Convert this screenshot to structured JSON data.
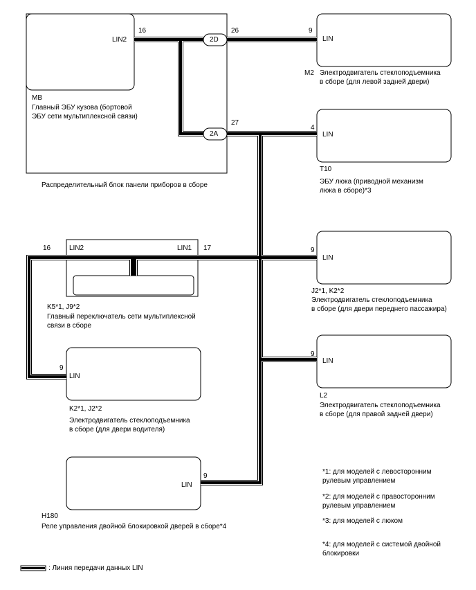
{
  "mb": {
    "code": "MB",
    "name_line1": "Главный ЭБУ кузова (бортовой",
    "name_line2": "ЭБУ сети мультиплексной связи)",
    "lin2": "LIN2",
    "pin_lin2": "16",
    "connector_2d": "2D",
    "connector_2a": "2A",
    "pin_2d": "26",
    "pin_2a": "27",
    "block_caption": "Распределительный блок панели приборов в сборе"
  },
  "m2": {
    "pin": "9",
    "lin": "LIN",
    "code": "M2",
    "line1": "Электродвигатель стеклоподъемника",
    "line2": "в сборе (для левой задней двери)"
  },
  "t10": {
    "pin": "4",
    "lin": "LIN",
    "code": "T10",
    "line1": "ЭБУ люка (приводной механизм",
    "line2": "люка в сборе)*3"
  },
  "j2": {
    "pin": "9",
    "lin": "LIN",
    "code": "J2*1, K2*2",
    "line1": "Электродвигатель стеклоподъемника",
    "line2": "в сборе (для двери переднего пассажира)"
  },
  "l2": {
    "pin": "9",
    "lin": "LIN",
    "code": "L2",
    "line1": "Электродвигатель стеклоподъемника",
    "line2": "в сборе (для правой задней двери)"
  },
  "k5": {
    "lin2": "LIN2",
    "lin1": "LIN1",
    "pin_lin2": "16",
    "pin_lin1": "17",
    "code": "K5*1, J9*2",
    "line1": "Главный переключатель сети мультиплексной",
    "line2": "связи в сборе"
  },
  "k2": {
    "pin": "9",
    "lin": "LIN",
    "code": "K2*1, J2*2",
    "line1": "Электродвигатель стеклоподъемника",
    "line2": "в сборе (для двери водителя)"
  },
  "h180": {
    "pin": "9",
    "lin": "LIN",
    "code": "H180",
    "line1": "Реле управления двойной блокировкой дверей в сборе*4"
  },
  "notes": [
    {
      "line1": "*1: для моделей с левосторонним",
      "line2": "рулевым управлением"
    },
    {
      "line1": "*2: для моделей с правосторонним",
      "line2": "рулевым управлением"
    },
    {
      "line1": "*3: для моделей с люком",
      "line2": ""
    },
    {
      "line1": "*4: для моделей с системой двойной",
      "line2": "блокировки"
    }
  ],
  "legend": {
    "text": ": Линия передачи данных LIN"
  }
}
